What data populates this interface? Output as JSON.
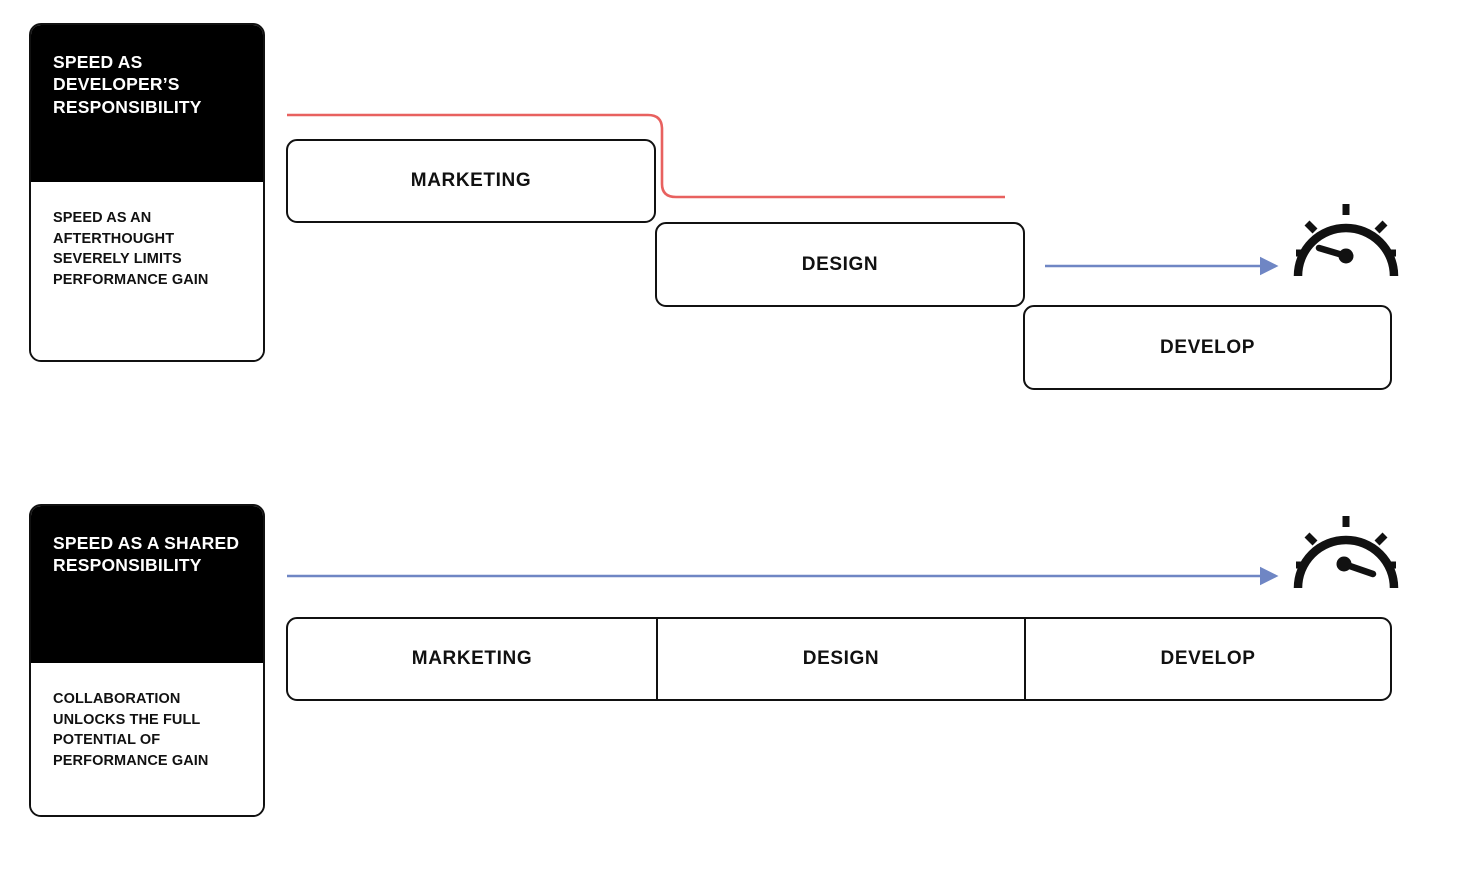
{
  "diagram": {
    "title_hidden": "",
    "colors": {
      "ink": "#111111",
      "card_header_bg": "#000000",
      "card_header_text": "#ffffff",
      "slow_path_red": "#e8615f",
      "speed_arrow_blue": "#6f86c4",
      "canvas_bg": "#ffffff"
    }
  },
  "sections": [
    {
      "id": "developer-responsibility",
      "card": {
        "heading": "SPEED AS DEVELOPER’S RESPONSIBILITY",
        "body": "SPEED AS AN AFTERTHOUGHT SEVERELY LIMITS PERFORMANCE GAIN"
      },
      "stages": [
        {
          "label": "MARKETING"
        },
        {
          "label": "DESIGN"
        },
        {
          "label": "DEVELOP"
        }
      ],
      "connectors": [
        {
          "name": "slow-path-line",
          "color": "#e8615f",
          "arrowhead": false
        },
        {
          "name": "speed-arrow",
          "color": "#6f86c4",
          "arrowhead": true
        }
      ],
      "gauge": {
        "name": "speedometer-low",
        "needle": "low"
      }
    },
    {
      "id": "shared-responsibility",
      "card": {
        "heading": "SPEED AS A SHARED RESPONSIBILITY",
        "body": "COLLABORATION UNLOCKS THE FULL POTENTIAL OF PERFORMANCE GAIN"
      },
      "stages": [
        {
          "label": "MARKETING"
        },
        {
          "label": "DESIGN"
        },
        {
          "label": "DEVELOP"
        }
      ],
      "connectors": [
        {
          "name": "speed-arrow",
          "color": "#6f86c4",
          "arrowhead": true
        }
      ],
      "gauge": {
        "name": "speedometer-high",
        "needle": "high"
      }
    }
  ]
}
